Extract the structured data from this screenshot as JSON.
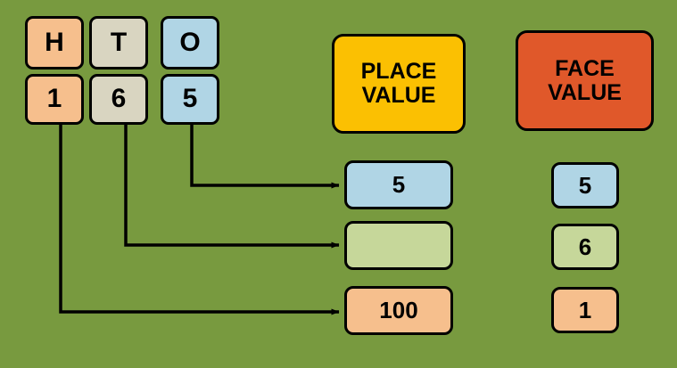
{
  "background_color": "#789a3f",
  "palette": {
    "peach": "#f6bf8d",
    "beige": "#d9d5c1",
    "blue": "#b0d5e5",
    "light_green": "#c6d79a",
    "gold": "#fbc002",
    "orange": "#e0582a",
    "outline": "#000000"
  },
  "place_value_chart": {
    "headers": [
      {
        "label": "H",
        "color": "#f6bf8d"
      },
      {
        "label": "T",
        "color": "#d9d5c1"
      },
      {
        "label": "O",
        "color": "#b0d5e5"
      }
    ],
    "digits": [
      {
        "label": "1",
        "color": "#f6bf8d"
      },
      {
        "label": "6",
        "color": "#d9d5c1"
      },
      {
        "label": "5",
        "color": "#b0d5e5"
      }
    ]
  },
  "place_value_column": {
    "title_line1": "PLACE",
    "title_line2": "VALUE",
    "title_color": "#fbc002",
    "values": [
      {
        "label": "5",
        "color": "#b0d5e5"
      },
      {
        "label": "",
        "color": "#c6d79a"
      },
      {
        "label": "100",
        "color": "#f6bf8d"
      }
    ]
  },
  "face_value_column": {
    "title_line1": "FACE",
    "title_line2": "VALUE",
    "title_color": "#e0582a",
    "values": [
      {
        "label": "5",
        "color": "#b0d5e5"
      },
      {
        "label": "6",
        "color": "#c6d79a"
      },
      {
        "label": "1",
        "color": "#f6bf8d"
      }
    ]
  },
  "connectors": [
    {
      "from": "digit-ones",
      "to": "place-value-box-1"
    },
    {
      "from": "digit-tens",
      "to": "place-value-box-2"
    },
    {
      "from": "digit-hundreds",
      "to": "place-value-box-3"
    }
  ]
}
